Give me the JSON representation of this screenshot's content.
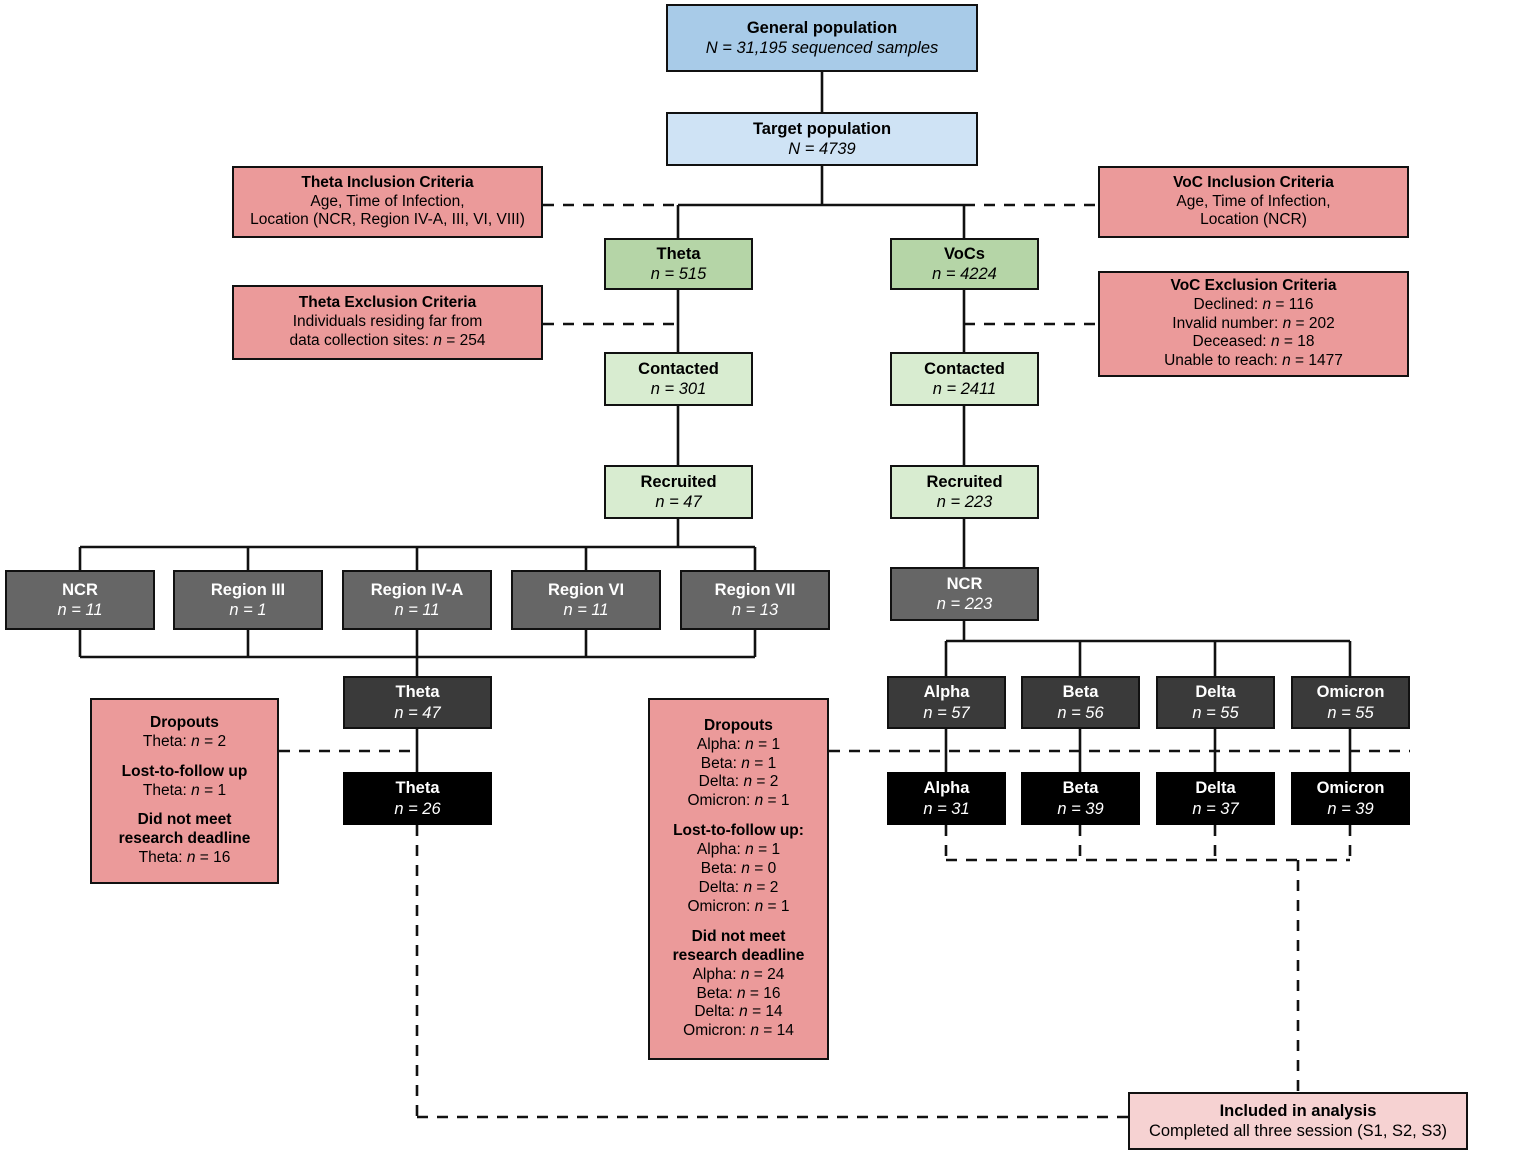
{
  "nodes": {
    "general_population": {
      "title": "General population",
      "sub": "N = 31,195 sequenced samples"
    },
    "target_population": {
      "title": "Target population",
      "sub": "N = 4739"
    },
    "theta": {
      "title": "Theta",
      "sub": "n = 515"
    },
    "vocs": {
      "title": "VoCs",
      "sub": "n = 4224"
    },
    "theta_contacted": {
      "title": "Contacted",
      "sub": "n = 301"
    },
    "voc_contacted": {
      "title": "Contacted",
      "sub": "n = 2411"
    },
    "theta_recruited": {
      "title": "Recruited",
      "sub": "n = 47"
    },
    "voc_recruited": {
      "title": "Recruited",
      "sub": "n = 223"
    },
    "theta_47": {
      "title": "Theta",
      "sub": "n = 47"
    },
    "theta_26": {
      "title": "Theta",
      "sub": "n = 26"
    },
    "voc_ncr": {
      "title": "NCR",
      "sub": "n = 223"
    },
    "included": {
      "title": "Included in analysis",
      "sub": "Completed all three session (S1, S2, S3)"
    }
  },
  "theta_regions": [
    {
      "title": "NCR",
      "sub": "n = 11"
    },
    {
      "title": "Region III",
      "sub": "n = 1"
    },
    {
      "title": "Region IV-A",
      "sub": "n = 11"
    },
    {
      "title": "Region VI",
      "sub": "n = 11"
    },
    {
      "title": "Region VII",
      "sub": "n = 13"
    }
  ],
  "voc_variants_recruited": [
    {
      "title": "Alpha",
      "sub": "n = 57"
    },
    {
      "title": "Beta",
      "sub": "n = 56"
    },
    {
      "title": "Delta",
      "sub": "n = 55"
    },
    {
      "title": "Omicron",
      "sub": "n = 55"
    }
  ],
  "voc_variants_final": [
    {
      "title": "Alpha",
      "sub": "n = 31"
    },
    {
      "title": "Beta",
      "sub": "n = 39"
    },
    {
      "title": "Delta",
      "sub": "n = 37"
    },
    {
      "title": "Omicron",
      "sub": "n = 39"
    }
  ],
  "criteria": {
    "theta_inclusion": {
      "title": "Theta Inclusion Criteria",
      "lines": [
        "Age, Time of Infection,",
        "Location (NCR, Region IV-A, III, VI, VIII)"
      ]
    },
    "theta_exclusion": {
      "title": "Theta Exclusion Criteria",
      "lines": [
        "Individuals residing far from",
        "data collection sites: n = 254"
      ]
    },
    "voc_inclusion": {
      "title": "VoC Inclusion Criteria",
      "lines": [
        "Age, Time of Infection,",
        "Location (NCR)"
      ]
    },
    "voc_exclusion": {
      "title": "VoC Exclusion Criteria",
      "lines": [
        "Declined: n = 116",
        "Invalid number: n = 202",
        "Deceased: n = 18",
        "Unable to reach: n = 1477"
      ]
    }
  },
  "theta_dropouts": {
    "groups": [
      {
        "heading": "Dropouts",
        "lines": [
          "Theta: n = 2"
        ]
      },
      {
        "heading": "Lost-to-follow up",
        "lines": [
          "Theta: n = 1"
        ]
      },
      {
        "heading": "Did not meet",
        "heading2": "research deadline",
        "lines": [
          "Theta: n = 16"
        ]
      }
    ]
  },
  "voc_dropouts": {
    "groups": [
      {
        "heading": "Dropouts",
        "lines": [
          "Alpha: n = 1",
          "Beta: n = 1",
          "Delta: n = 2",
          "Omicron: n = 1"
        ]
      },
      {
        "heading": "Lost-to-follow up:",
        "lines": [
          "Alpha: n = 1",
          "Beta: n = 0",
          "Delta: n = 2",
          "Omicron: n = 1"
        ]
      },
      {
        "heading": "Did not meet",
        "heading2": "research deadline",
        "lines": [
          "Alpha: n = 24",
          "Beta: n = 16",
          "Delta: n = 14",
          "Omicron: n = 14"
        ]
      }
    ]
  },
  "colors": {
    "blue_dark": "#a8cbe8",
    "blue_light": "#cfe3f5",
    "green_dark": "#b5d5a7",
    "green_light": "#d8ecd0",
    "gray_mid": "#666666",
    "gray_dark": "#3a3a3a",
    "black": "#000000",
    "pink": "#eb9a9a",
    "pink_light": "#f6d2d2",
    "line": "#111111"
  }
}
